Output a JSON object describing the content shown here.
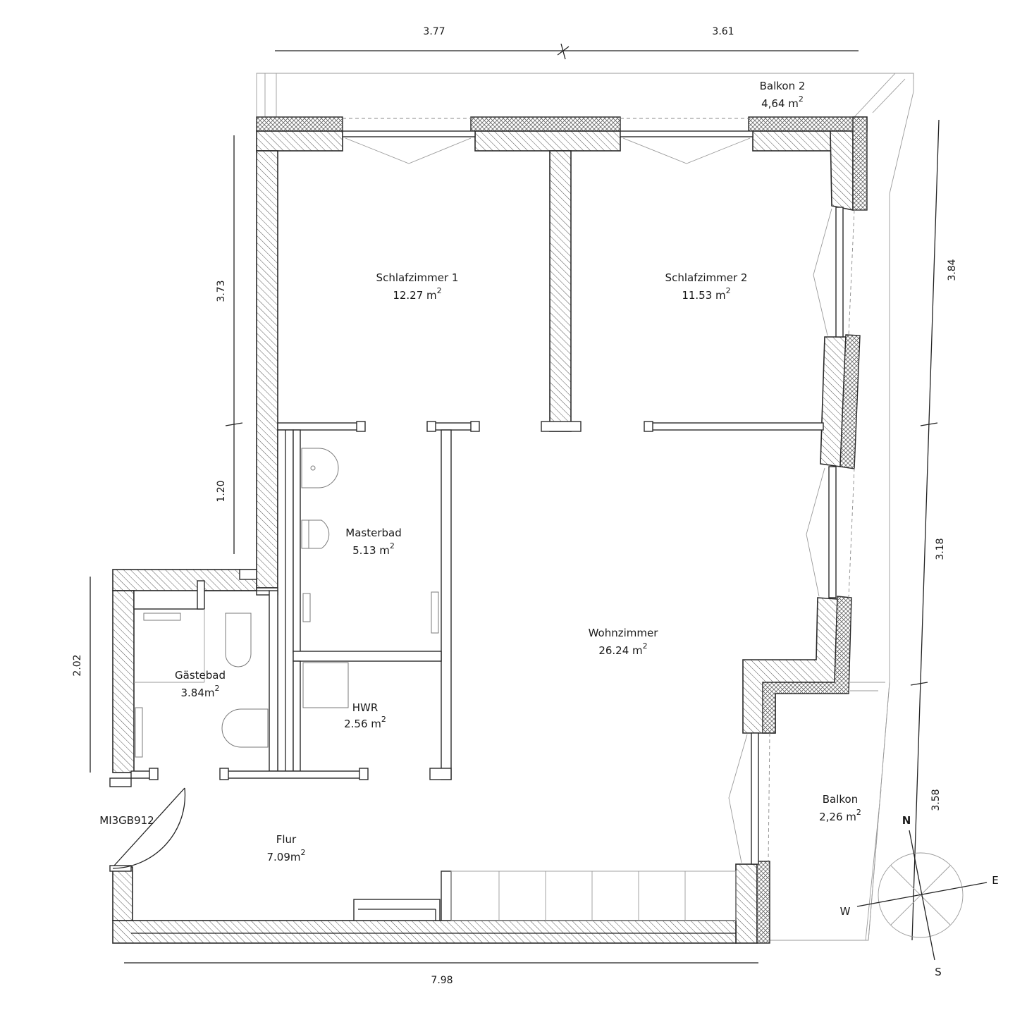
{
  "plan_id": "MI3GB912",
  "rooms": {
    "schlafzimmer1": {
      "name": "Schlafzimmer 1",
      "area": "12.27 m",
      "sup": "2"
    },
    "schlafzimmer2": {
      "name": "Schlafzimmer 2",
      "area": "11.53 m",
      "sup": "2"
    },
    "masterbad": {
      "name": "Masterbad",
      "area": "5.13 m",
      "sup": "2"
    },
    "wohnzimmer": {
      "name": "Wohnzimmer",
      "area": "26.24 m",
      "sup": "2"
    },
    "gaestebad": {
      "name": "Gästebad",
      "area": "3.84m",
      "sup": "2"
    },
    "hwr": {
      "name": "HWR",
      "area": "2.56 m",
      "sup": "2"
    },
    "flur": {
      "name": "Flur",
      "area": "7.09m",
      "sup": "2"
    },
    "balkon": {
      "name": "Balkon",
      "area": "2,26 m",
      "sup": "2"
    },
    "balkon2": {
      "name": "Balkon 2",
      "area": "4,64 m",
      "sup": "2"
    }
  },
  "dimensions": {
    "top_left": "3.77",
    "top_right": "3.61",
    "left_upper": "3.73",
    "left_middle": "1.20",
    "left_lower": "2.02",
    "bottom": "7.98",
    "right_upper": "3.84",
    "right_middle": "3.18",
    "right_lower": "3.58"
  },
  "compass": {
    "n": "N",
    "e": "E",
    "s": "S",
    "w": "W"
  }
}
